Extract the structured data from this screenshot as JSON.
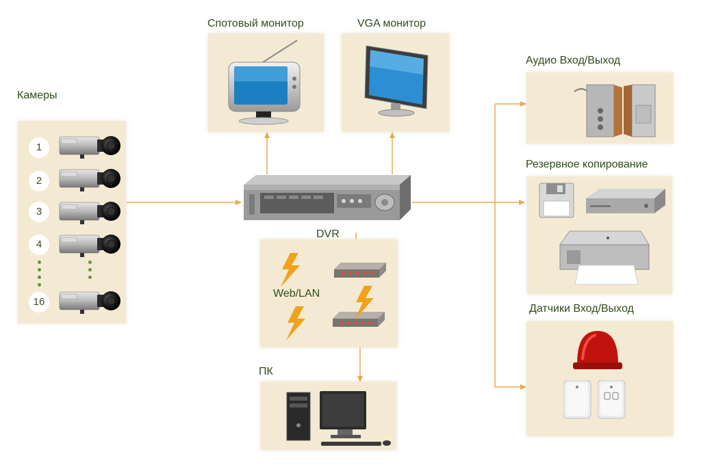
{
  "labels": {
    "cameras": "Камеры",
    "spot_monitor": "Спотовый монитор",
    "vga_monitor": "VGA монитор",
    "audio": "Аудио Вход/Выход",
    "backup": "Резервное копирование",
    "sensors": "Датчики Вход/Выход",
    "dvr": "DVR",
    "web_lan": "Web/LAN",
    "pc": "ПК"
  },
  "cameras": [
    "1",
    "2",
    "3",
    "4",
    "16"
  ],
  "colors": {
    "panel": "#f4ead3",
    "arrow": "#e9a94c",
    "label": "#2f4a1a",
    "dots": "#6a8f3c",
    "lightning": "#f0a21c"
  },
  "icons": {
    "camera": "camera-icon",
    "spot_monitor": "tv-icon",
    "vga_monitor": "lcd-monitor-icon",
    "dvr": "dvr-recorder-icon",
    "switch": "network-switch-icon",
    "lightning": "lightning-icon",
    "pc": "desktop-pc-icon",
    "speakers": "speakers-icon",
    "floppy": "floppy-disk-icon",
    "dvd": "dvd-player-icon",
    "printer": "printer-icon",
    "siren": "siren-icon",
    "sensor": "sensor-icon"
  }
}
